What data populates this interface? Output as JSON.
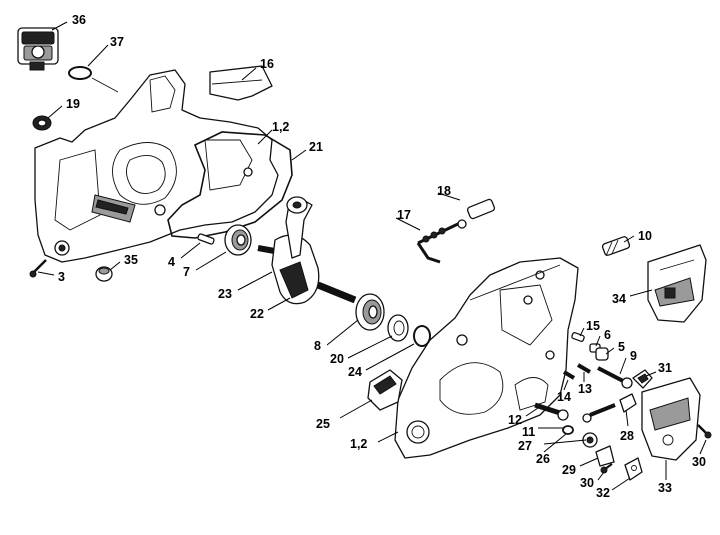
{
  "labels": {
    "l36": "36",
    "l37": "37",
    "l16": "16",
    "l19": "19",
    "l12a": "1,2",
    "l21": "21",
    "l18": "18",
    "l17": "17",
    "l10": "10",
    "l3": "3",
    "l35": "35",
    "l4": "4",
    "l7": "7",
    "l23": "23",
    "l22": "22",
    "l34": "34",
    "l8": "8",
    "l20": "20",
    "l24": "24",
    "l15": "15",
    "l6": "6",
    "l5": "5",
    "l9": "9",
    "l14": "14",
    "l13": "13",
    "l31": "31",
    "l25": "25",
    "l12": "12",
    "l11": "11",
    "l28": "28",
    "l12b": "1,2",
    "l27": "27",
    "l26": "26",
    "l29": "29",
    "l30a": "30",
    "l30b": "30",
    "l32": "32",
    "l33": "33"
  }
}
